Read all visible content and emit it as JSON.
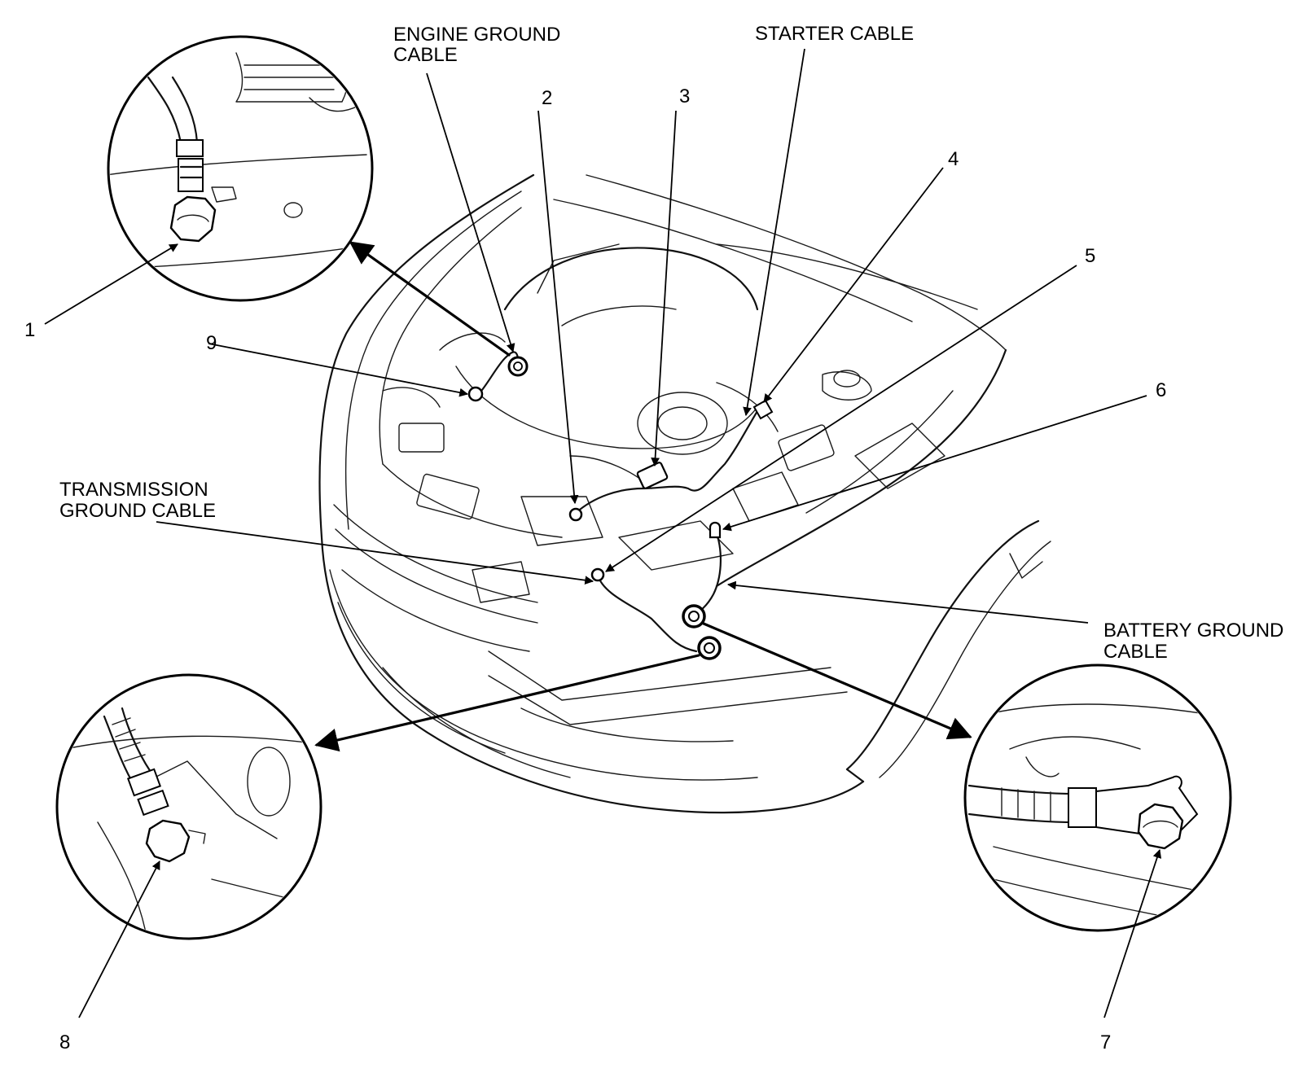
{
  "callouts": {
    "engine_ground_line1": "ENGINE GROUND",
    "engine_ground_line2": "CABLE",
    "starter_cable": "STARTER CABLE",
    "transmission_ground_line1": "TRANSMISSION",
    "transmission_ground_line2": "GROUND CABLE",
    "battery_ground_line1": "BATTERY GROUND",
    "battery_ground_line2": "CABLE"
  },
  "numbers": [
    "1",
    "2",
    "3",
    "4",
    "5",
    "6",
    "7",
    "8",
    "9"
  ],
  "colors": {
    "line": "#000000",
    "background": "#ffffff"
  }
}
